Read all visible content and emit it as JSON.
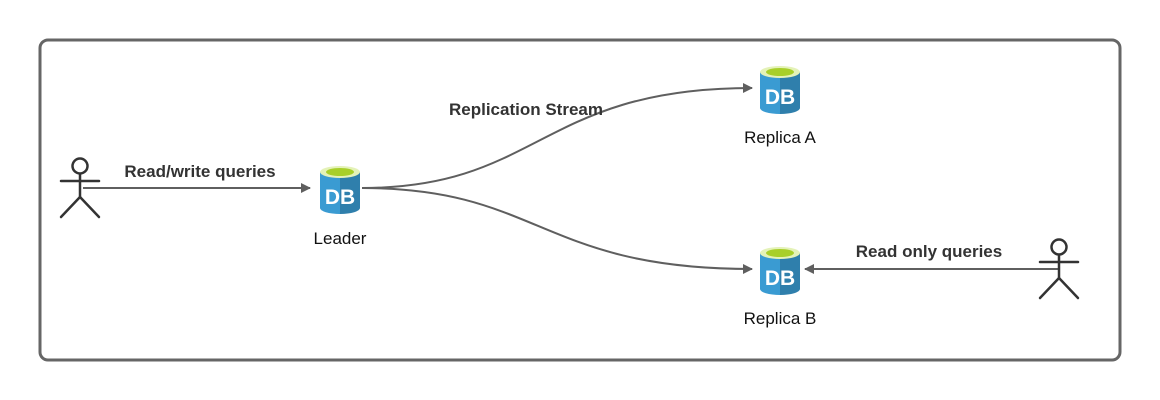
{
  "diagram": {
    "nodes": {
      "leader": {
        "label": "Leader",
        "glyph": "DB"
      },
      "replica_a": {
        "label": "Replica A",
        "glyph": "DB"
      },
      "replica_b": {
        "label": "Replica B",
        "glyph": "DB"
      }
    },
    "edges": {
      "client_to_leader": {
        "label": "Read/write queries"
      },
      "replication": {
        "label": "Replication Stream"
      },
      "client_to_replica_b": {
        "label": "Read only queries"
      }
    },
    "icons": {
      "client_left": "user-icon",
      "client_right": "user-icon",
      "database": "database-icon"
    },
    "colors": {
      "frame": "#666666",
      "edge": "#5f5f5f",
      "db_body": "#3a9bd2",
      "db_body_dark": "#2a7fb4",
      "db_top": "#a8cf2a",
      "db_top_rim": "#e4f2b8",
      "actor": "#333333"
    }
  }
}
